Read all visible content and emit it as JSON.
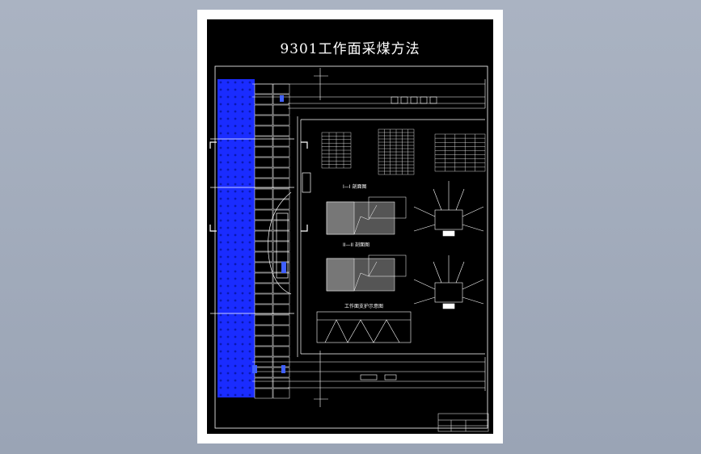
{
  "drawing": {
    "title": "9301工作面采煤方法",
    "section_labels": [
      "I—I 剖面图",
      "II—II 剖面图"
    ],
    "support_chart_title": "工作面支护示意图"
  },
  "colors": {
    "background": "#a2abbb",
    "paper": "#ffffff",
    "drawing_bg": "#000000",
    "coal_blue": "#1a2cff",
    "line": "#ffffff",
    "accent_blue": "#4060ff"
  }
}
